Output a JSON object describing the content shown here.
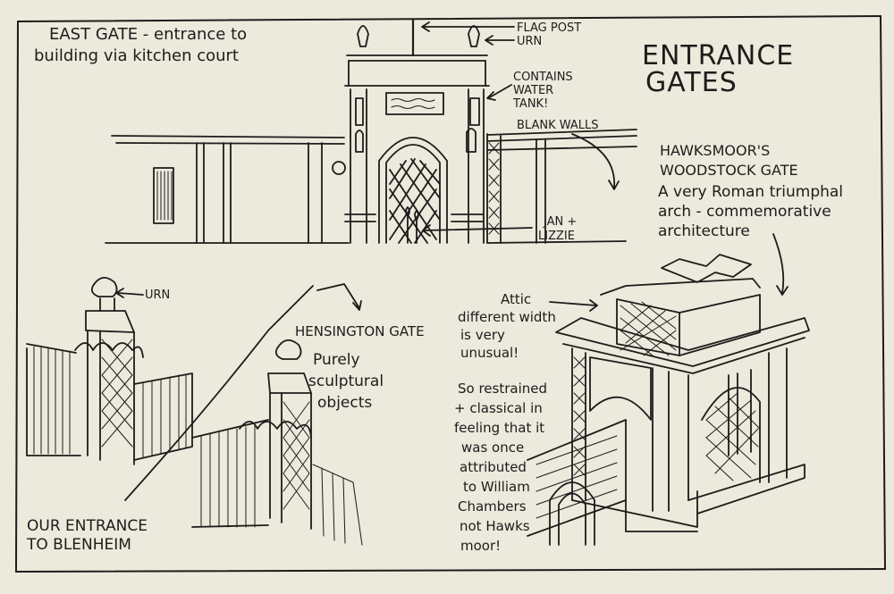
{
  "title": {
    "line1": "ENTRANCE",
    "line2": "GATES"
  },
  "east_gate": {
    "caption_line1": "EAST GATE - entrance to",
    "caption_line2": "building via kitchen court",
    "labels": {
      "flag_post": "FLAG POST",
      "urn": "URN",
      "contains_1": "CONTAINS",
      "contains_2": "WATER",
      "contains_3": "TANK!",
      "blank_walls": "BLANK WALLS",
      "jan_1": "JAN +",
      "jan_2": "LIZZIE"
    }
  },
  "woodstock_gate": {
    "heading_1": "HAWKSMOOR'S",
    "heading_2": "WOODSTOCK GATE",
    "desc_1": "A very Roman triumphal",
    "desc_2": "arch - commemorative",
    "desc_3": "architecture",
    "attic_1": "Attic",
    "attic_2": "different width",
    "attic_3": "is very",
    "attic_4": "unusual!",
    "note_1": "So restrained",
    "note_2": "+ classical in",
    "note_3": "feeling that it",
    "note_4": "was once",
    "note_5": "attributed",
    "note_6": "to William",
    "note_7": "Chambers",
    "note_8": "not Hawks",
    "note_9": "moor!"
  },
  "hensington_gate": {
    "urn_label": "URN",
    "heading": "HENSINGTON GATE",
    "desc_1": "Purely",
    "desc_2": "sculptural",
    "desc_3": "objects",
    "entrance_1": "OUR ENTRANCE",
    "entrance_2": "TO BLENHEIM"
  }
}
